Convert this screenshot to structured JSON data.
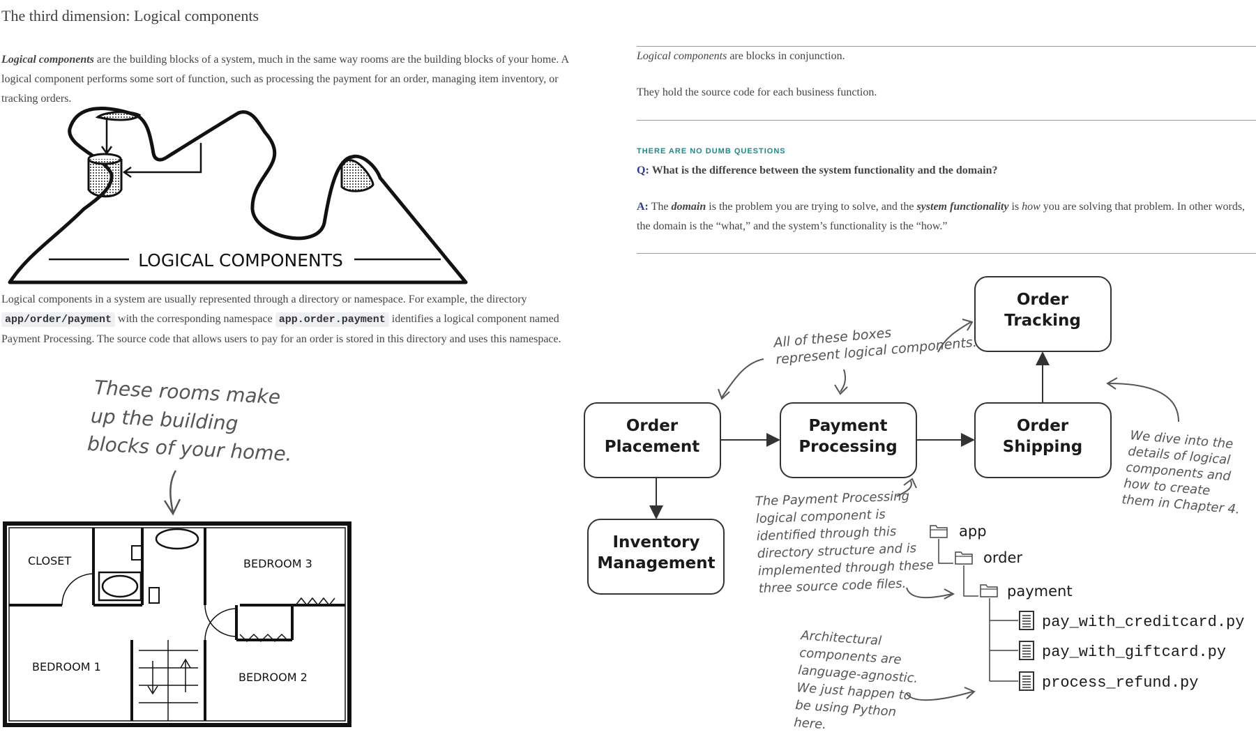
{
  "title": "The third dimension: Logical components",
  "intro": {
    "term": "Logical components",
    "text": " are the building blocks of a system, much in the same way rooms are the building blocks of your home. A logical component performs some sort of function, such as processing the payment for an order, managing item inventory, or tracking orders."
  },
  "sketch_label": "LOGICAL COMPONENTS",
  "para2": {
    "t1": "Logical components in a system are usually represented through a directory or namespace. For example, the directory ",
    "code1": "app/order/payment",
    "t2": " with the corresponding namespace ",
    "code2": "app.order.payment",
    "t3": " identifies a logical component named Payment Processing. The source code that allows users to pay for an order is stored in this directory and uses this namespace."
  },
  "rooms_note": [
    "These rooms make",
    "up the building",
    "blocks of your home."
  ],
  "floorplan": {
    "closet": "CLOSET",
    "bedroom3": "BEDROOM 3",
    "bedroom1": "BEDROOM 1",
    "bedroom2": "BEDROOM 2"
  },
  "sidebar": {
    "line1_term": "Logical components",
    "line1_rest": " are blocks in conjunction.",
    "line2": "They hold the source code for each business function."
  },
  "ndq": {
    "heading": "THERE ARE NO DUMB QUESTIONS",
    "q_label": "Q:",
    "question": "What is the difference between the system functionality and the domain?",
    "a_label": "A:",
    "a_t1": " The ",
    "a_b1": "domain",
    "a_t2": " is the problem you are trying to solve, and the ",
    "a_b2": "system functionality",
    "a_t3": " is ",
    "a_i1": "how",
    "a_t4": " you are solving that problem. In other words, the domain is the “what,” and the system’s functionality is the “how.”"
  },
  "diagram": {
    "boxes": {
      "order_tracking": [
        "Order",
        "Tracking"
      ],
      "order_placement": [
        "Order",
        "Placement"
      ],
      "payment_processing": [
        "Payment",
        "Processing"
      ],
      "order_shipping": [
        "Order",
        "Shipping"
      ],
      "inventory_management": [
        "Inventory",
        "Management"
      ]
    },
    "note_boxes": [
      "All of these boxes",
      "represent logical components."
    ],
    "note_chapter": [
      "We dive into the",
      "details of logical",
      "components and",
      "how to create",
      "them in Chapter 4."
    ],
    "note_payment": [
      "The Payment Processing",
      "logical component is",
      "identified through this",
      "directory structure and is",
      "implemented through these",
      "three source code files."
    ],
    "note_language": [
      "Architectural",
      "components are",
      "language-agnostic.",
      "We just happen to",
      "be using Python",
      "here."
    ],
    "tree": {
      "app": "app",
      "order": "order",
      "payment": "payment",
      "files": [
        "pay_with_creditcard.py",
        "pay_with_giftcard.py",
        "process_refund.py"
      ]
    }
  }
}
